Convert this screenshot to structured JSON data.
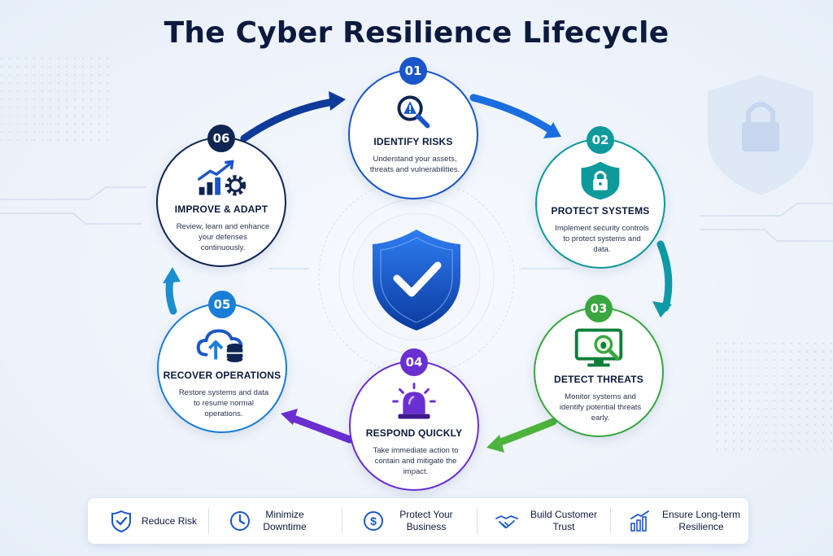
{
  "title": "The Cyber Resilience Lifecycle",
  "steps": [
    {
      "num": "01",
      "title": "IDENTIFY RISKS",
      "desc": "Understand your assets, threats and vulnerabilities.",
      "color": "#1a56c9",
      "icon": "magnifier-warning-icon"
    },
    {
      "num": "02",
      "title": "PROTECT SYSTEMS",
      "desc": "Implement security controls to protect systems and data.",
      "color": "#0e9a9a",
      "icon": "shield-lock-icon"
    },
    {
      "num": "03",
      "title": "DETECT THREATS",
      "desc": "Monitor systems and identify potential threats early.",
      "color": "#3aa640",
      "icon": "monitor-bug-icon"
    },
    {
      "num": "04",
      "title": "RESPOND QUICKLY",
      "desc": "Take immediate action to contain and mitigate the impact.",
      "color": "#6a2fd0",
      "icon": "siren-icon"
    },
    {
      "num": "05",
      "title": "RECOVER OPERATIONS",
      "desc": "Restore systems and data to resume normal operations.",
      "color": "#1a7ed6",
      "icon": "cloud-database-icon"
    },
    {
      "num": "06",
      "title": "IMPROVE & ADAPT",
      "desc": "Review, learn and enhance your defenses continuously.",
      "color": "#0f2552",
      "icon": "growth-gear-icon"
    }
  ],
  "benefits": [
    {
      "label": "Reduce Risk",
      "icon": "shield-check-icon"
    },
    {
      "label": "Minimize Downtime",
      "icon": "clock-icon"
    },
    {
      "label": "Protect Your Business",
      "icon": "dollar-shield-icon"
    },
    {
      "label": "Build Customer Trust",
      "icon": "handshake-icon"
    },
    {
      "label": "Ensure Long-term Resilience",
      "icon": "bar-growth-icon"
    }
  ],
  "colors": {
    "navy": "#0b1a3d",
    "blue": "#1a56c9",
    "teal": "#0e9a9a",
    "green": "#3aa640",
    "purple": "#6a2fd0"
  }
}
